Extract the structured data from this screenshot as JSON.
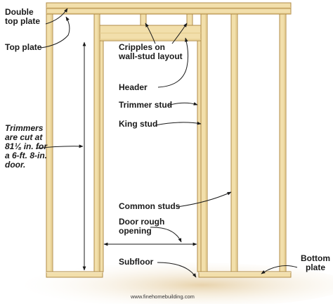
{
  "labels": {
    "double_top_plate": [
      "Double",
      "top plate"
    ],
    "top_plate": "Top plate",
    "cripples": [
      "Cripples on",
      "wall-stud layout"
    ],
    "header": "Header",
    "trimmer_stud": "Trimmer stud",
    "king_stud": "King stud",
    "trimmers_note": [
      "Trimmers",
      "are cut at",
      "81⅛ in. for",
      "a 6-ft. 8-in.",
      "door."
    ],
    "common_studs": "Common studs",
    "door_rough_opening": [
      "Door rough",
      "opening"
    ],
    "subfloor": "Subfloor",
    "bottom_plate": [
      "Bottom",
      "plate"
    ]
  },
  "credit": "www.finehomebuilding.com",
  "colors": {
    "wood_face": "#f2dfab",
    "wood_edge": "#b08b47",
    "wood_shadow": "#e3c98a",
    "floor": "#ebdcc0",
    "line": "#1a1a1a"
  }
}
